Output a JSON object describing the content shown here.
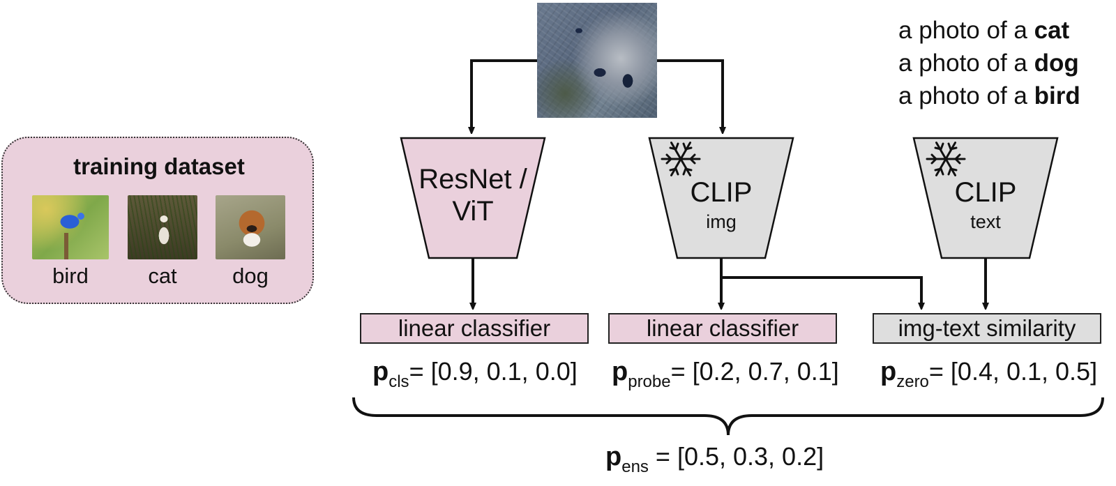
{
  "training_dataset": {
    "title": "training dataset",
    "items": [
      {
        "label": "bird"
      },
      {
        "label": "cat"
      },
      {
        "label": "dog"
      }
    ]
  },
  "prompts": [
    {
      "prefix": "a photo of a ",
      "class": "cat"
    },
    {
      "prefix": "a photo of a ",
      "class": "dog"
    },
    {
      "prefix": "a photo of a ",
      "class": "bird"
    }
  ],
  "encoders": {
    "resnet": {
      "line1": "ResNet /",
      "line2": "ViT"
    },
    "clip_img": {
      "title": "CLIP",
      "sub": "img"
    },
    "clip_text": {
      "title": "CLIP",
      "sub": "text"
    }
  },
  "heads": {
    "linear1": "linear classifier",
    "linear2": "linear classifier",
    "similarity": "img-text similarity"
  },
  "probabilities": {
    "cls": {
      "p": "p",
      "sub": "cls",
      "value": "= [0.9, 0.1, 0.0]"
    },
    "probe": {
      "p": "p",
      "sub": "probe",
      "value": "= [0.2, 0.7, 0.1]"
    },
    "zero": {
      "p": "p",
      "sub": "zero",
      "value": "= [0.4, 0.1, 0.5]"
    },
    "ens": {
      "p": "p",
      "sub": "ens",
      "value": " = [0.5, 0.3, 0.2]"
    }
  },
  "colors": {
    "pink": "#ead0dc",
    "gray": "#dedede",
    "stroke": "#111111"
  }
}
